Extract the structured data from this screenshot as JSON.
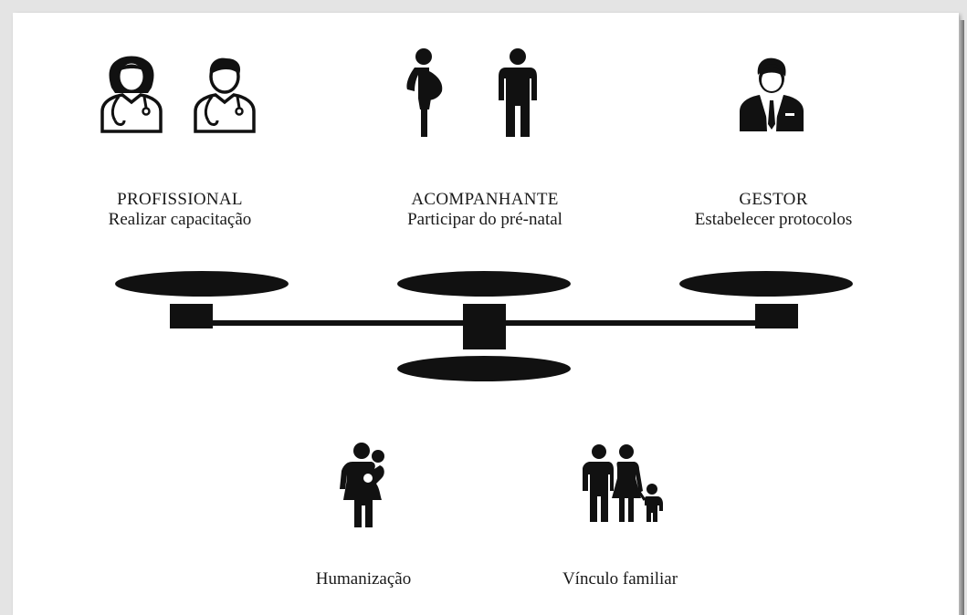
{
  "roles": [
    {
      "title": "PROFISSIONAL",
      "action": "Realizar capacitação"
    },
    {
      "title": "ACOMPANHANTE",
      "action": "Participar do pré-natal"
    },
    {
      "title": "GESTOR",
      "action": "Estabelecer protocolos"
    }
  ],
  "outcomes": [
    {
      "label": "Humanização"
    },
    {
      "label": "Vínculo familiar"
    }
  ],
  "colors": {
    "ink": "#111111",
    "page": "#ffffff",
    "background": "#e4e4e4"
  },
  "icons": [
    "female-doctor-icon",
    "male-doctor-icon",
    "pregnant-woman-icon",
    "man-icon",
    "manager-icon",
    "mother-with-child-icon",
    "family-icon"
  ]
}
